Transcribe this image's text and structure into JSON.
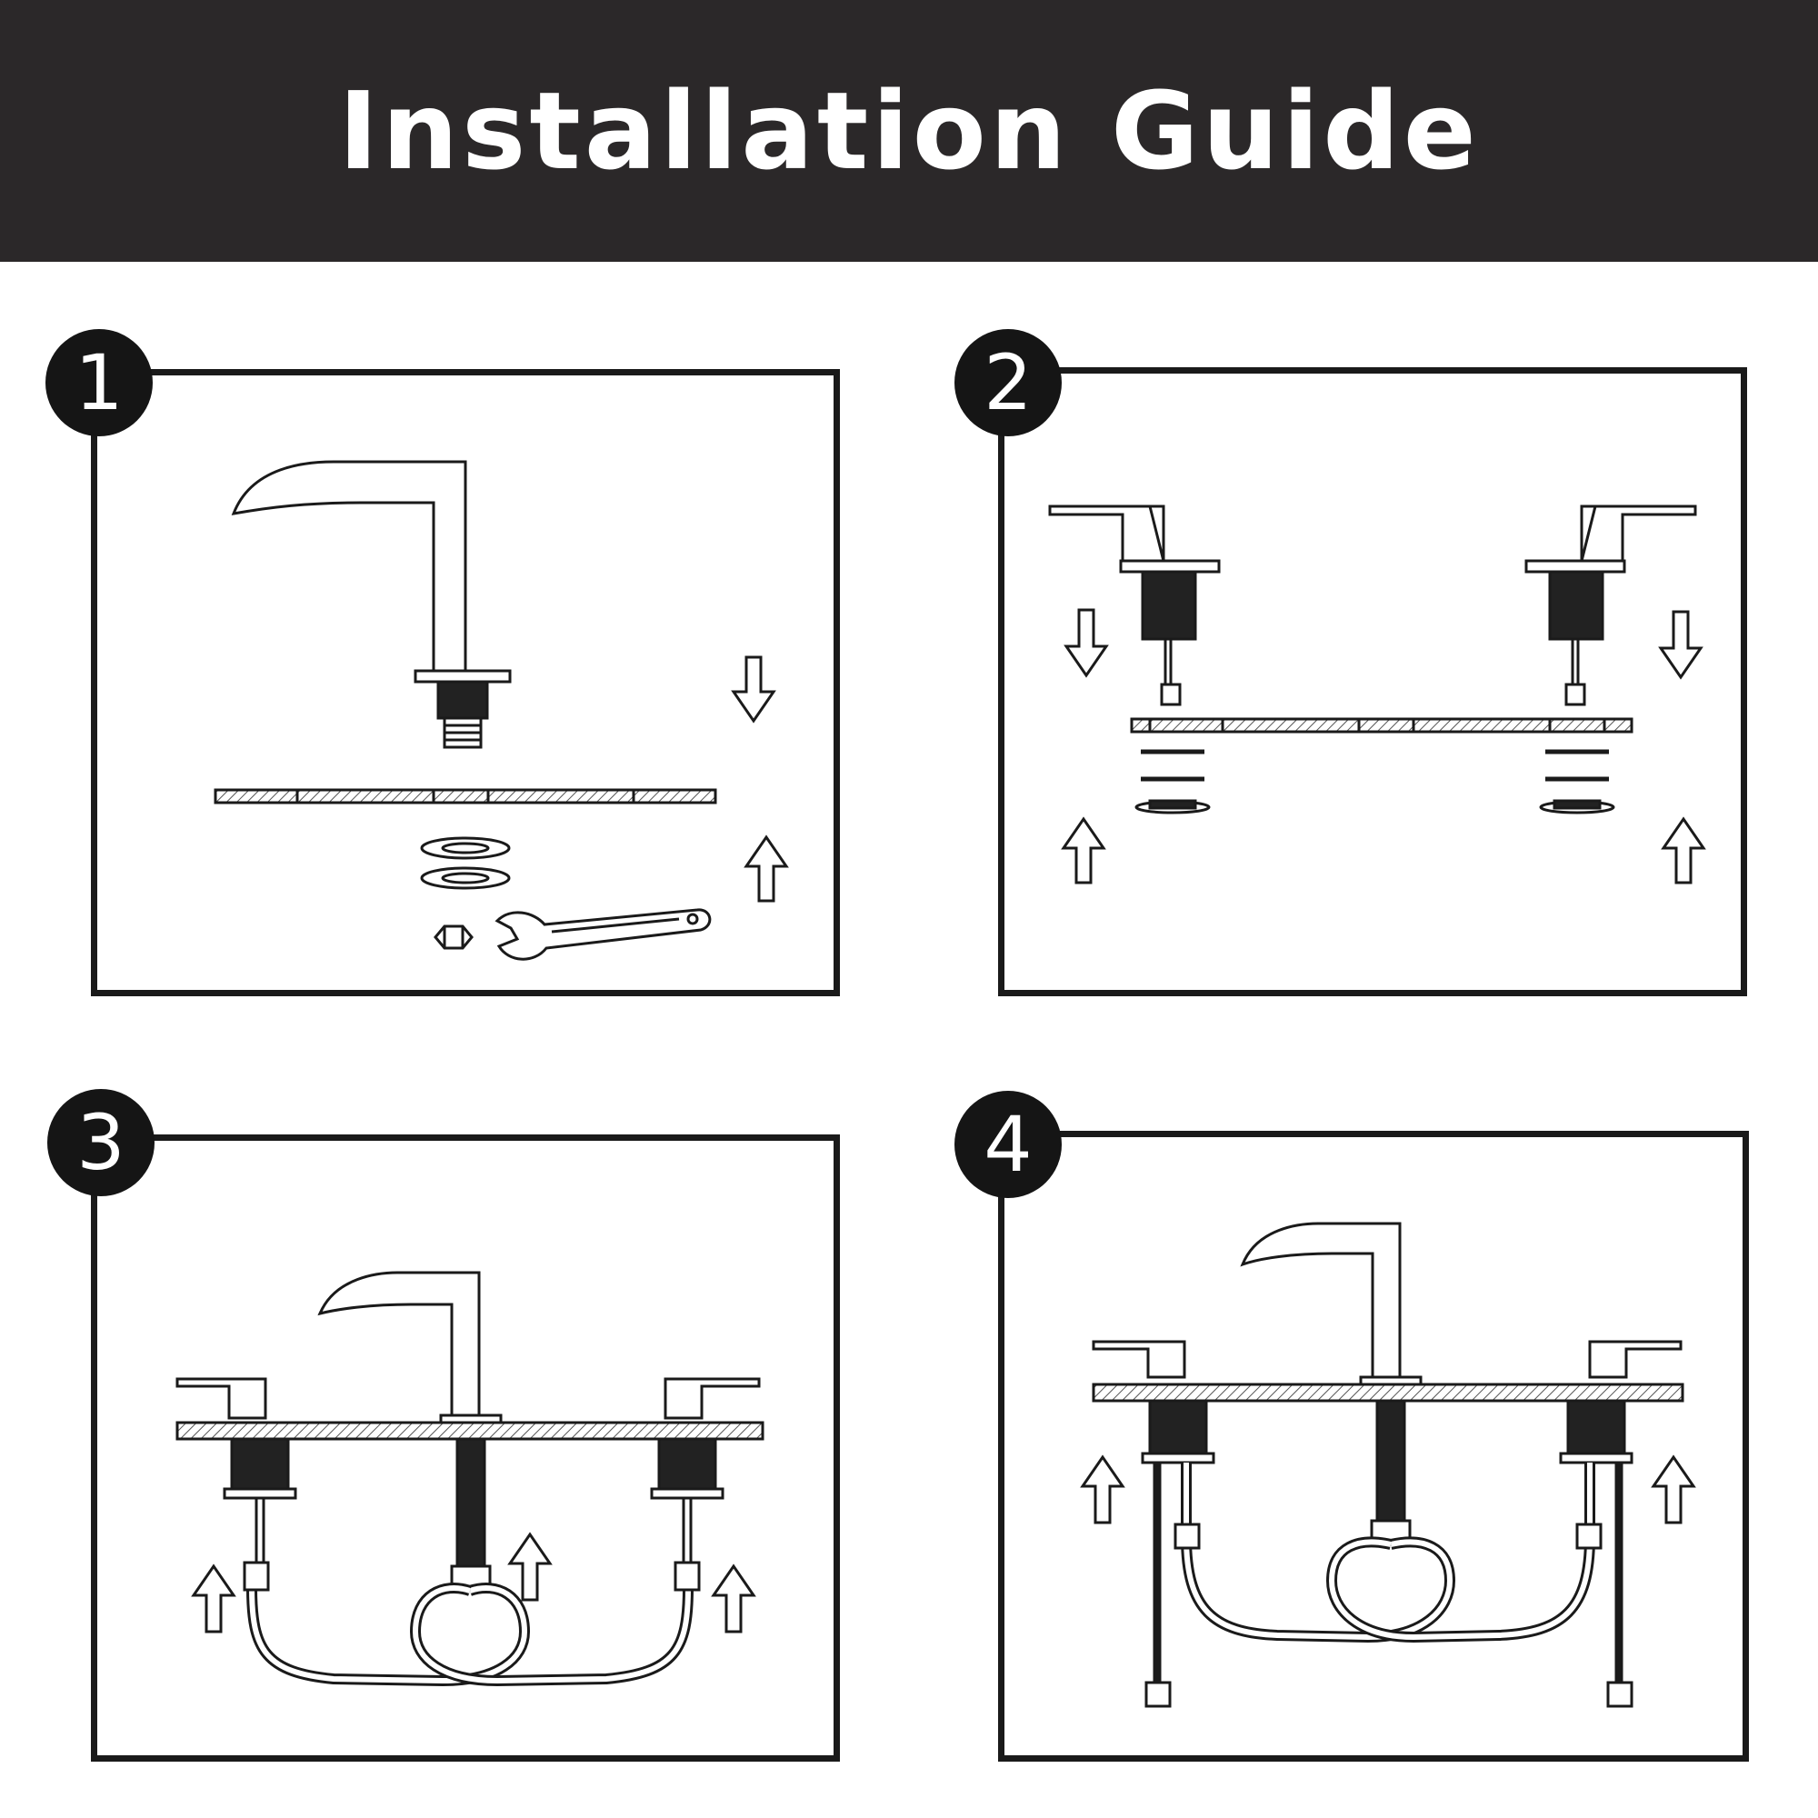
{
  "header": {
    "title": "Installation Guide"
  },
  "steps": [
    {
      "number": "1"
    },
    {
      "number": "2"
    },
    {
      "number": "3"
    },
    {
      "number": "4"
    }
  ],
  "colors": {
    "header_bg": "#2b2829",
    "line": "#1a1a1a",
    "badge": "#151515"
  }
}
